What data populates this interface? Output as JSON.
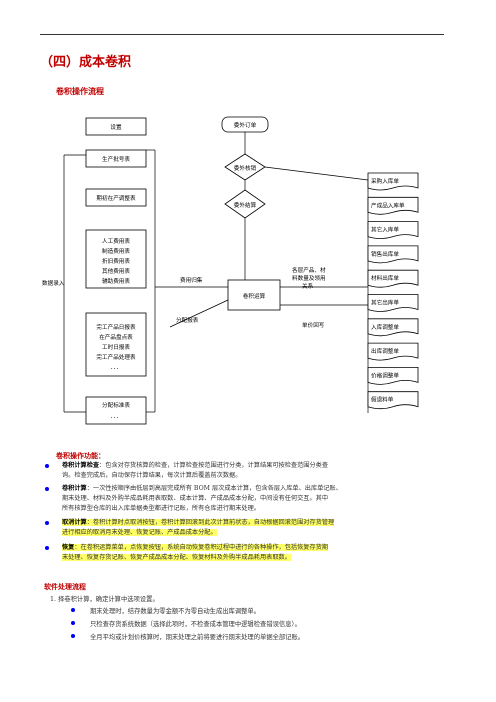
{
  "heading": "（四）成本卷积",
  "subheading": "卷积操作流程",
  "diagram": {
    "left_boxes": [
      "设置",
      "生产批号表",
      "期初在产调整表",
      [
        "人工费用表",
        "制造费用表",
        "折旧费用表",
        "其他费用表",
        "辅助费用表"
      ],
      [
        "完工产品日报表",
        "在产品盘点表",
        "工时日报表",
        "完工产品处理表",
        "．．．"
      ],
      [
        "分配标准表",
        "．．．"
      ]
    ],
    "data_entry": "数据录入",
    "fee_collect": "费用归集",
    "alloc_report": "分配报表",
    "center": "卷积运算",
    "outsource_order": "委外订单",
    "outsource_check": "委外核销",
    "outsource_settle": "委外结算",
    "materials_note": [
      "各层产品、材",
      "料数量及领用",
      "关系"
    ],
    "price_writeback": "单价回写",
    "right_boxes": [
      "采购入库单",
      "产成品入库单",
      "其它入库单",
      "销售出库单",
      "材料出库单",
      "其它出库单",
      "入库调整单",
      "出库调整单",
      "价格调整单",
      "假退料单"
    ]
  },
  "functions": {
    "title": "卷积操作功能：",
    "items": [
      {
        "key": "卷积计算检查",
        "text": "：包含对存货核算的检查，计算检查按范围进行分类，计算结果可按检查范围分类查询。检查完成后，自动保存计算结果，每次计算后覆盖前次数据。",
        "lines": [
          "：包含对存货核算的检查，计算检查按范围进行分类，计算结果可按检查范围分类查",
          "询。检查完成后，自动保存计算结果，每次计算后覆盖前次数据。"
        ],
        "highlight": false
      },
      {
        "key": "卷积计算",
        "lines": [
          "：一次性按顺序由低层到高层完成所有 BOM 层次成本计算，包含各层入库单、出库单记账、",
          "期末处理、材料及外购半成品耗用表取数、成本计算、产成品成本分配，中间没有任何交互。其中",
          "所有核算型仓库的出入库单据类型都进行记账，所有仓库进行期末处理。"
        ],
        "highlight": false
      },
      {
        "key": "取消计算",
        "lines": [
          "：卷积计算时点取消按钮，卷积计算回滚到此次计算前状态，自动根据回滚范围对存货管理",
          "进行相应的取消月末处理、恢复记账、产成品成本分配。"
        ],
        "highlight": true
      },
      {
        "key": "恢复",
        "lines": [
          "：在卷积运算菜单，点恢复按钮，系统自动恢复卷积过程中进行的各种操作，包括恢复存货期",
          "末处理、恢复存货记账、恢复产成品成本分配、恢复材料及外购半成品耗用表取数。"
        ],
        "highlight": true
      }
    ]
  },
  "software": {
    "title": "软件处理流程",
    "step1": "1.   择卷积计算，确定计算中选项设置。",
    "bullets": [
      "期末处理时，结存数量为零金额不为零自动生成出库调整单。",
      "只检查存货系统数据（选择此项时，不检查成本管理中逻辑检查错误信息）。",
      "全月平均或计划价核算时，期末处理之前将要进行期末处理的单据全部记账。"
    ]
  },
  "colors": {
    "heading": "#c00000",
    "bullet": "#0000ff",
    "highlight": "#ffff66"
  }
}
